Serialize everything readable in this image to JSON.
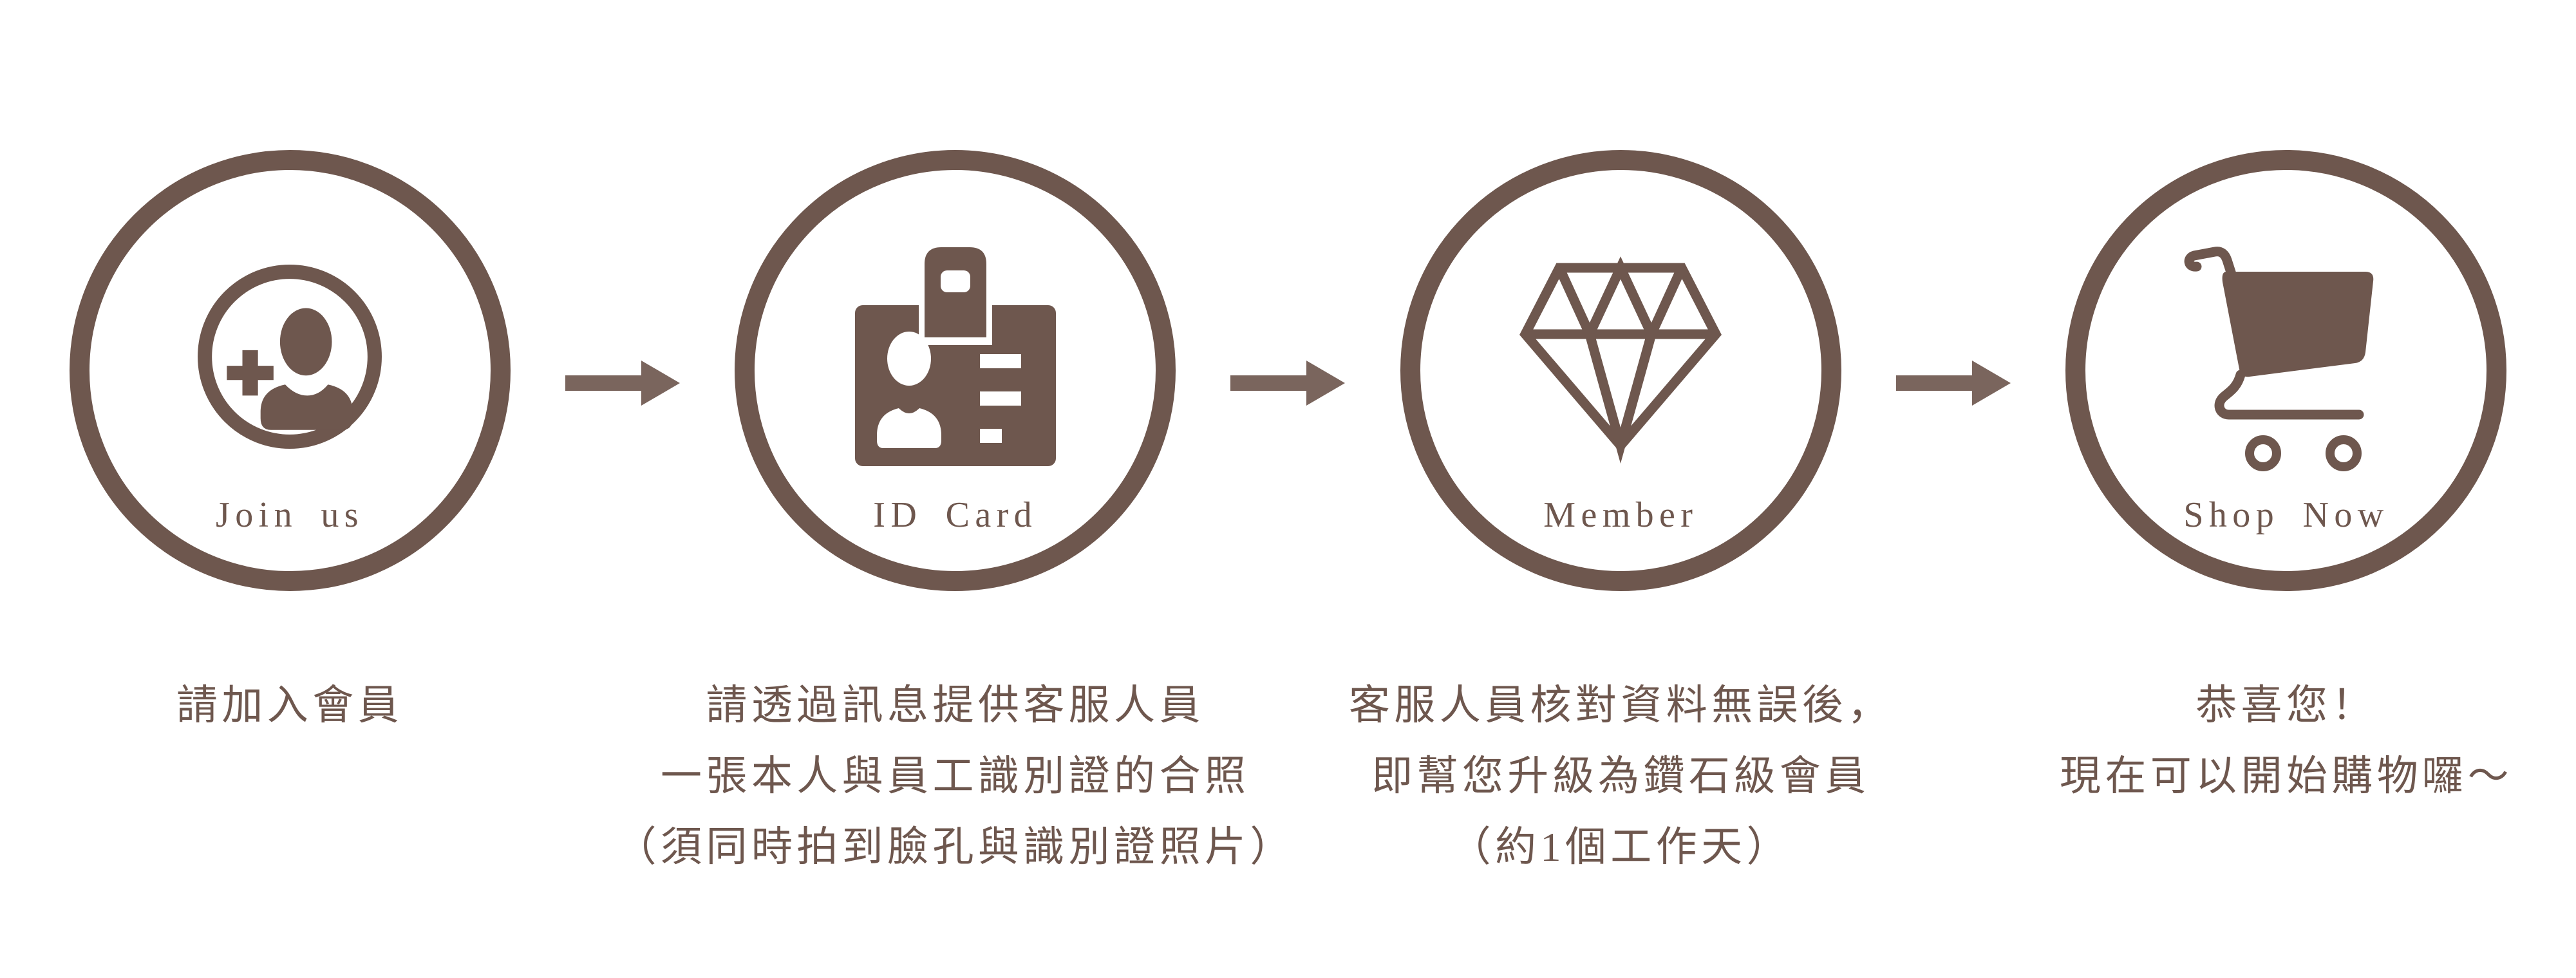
{
  "colors": {
    "primary": "#6e574e",
    "arrow": "#7a655d",
    "background": "#ffffff"
  },
  "steps": [
    {
      "label": "Join us",
      "icon": "add-user-icon",
      "caption_lines": [
        "請加入會員"
      ]
    },
    {
      "label": "ID Card",
      "icon": "id-card-icon",
      "caption_lines": [
        "請透過訊息提供客服人員",
        "一張本人與員工識別證的合照",
        "（須同時拍到臉孔與識別證照片）"
      ]
    },
    {
      "label": "Member",
      "icon": "diamond-icon",
      "caption_lines": [
        "客服人員核對資料無誤後，",
        "即幫您升級為鑽石級會員",
        "（約1個工作天）"
      ]
    },
    {
      "label": "Shop Now",
      "icon": "cart-icon",
      "caption_lines": [
        "恭喜您！",
        "現在可以開始購物囉～"
      ]
    }
  ]
}
